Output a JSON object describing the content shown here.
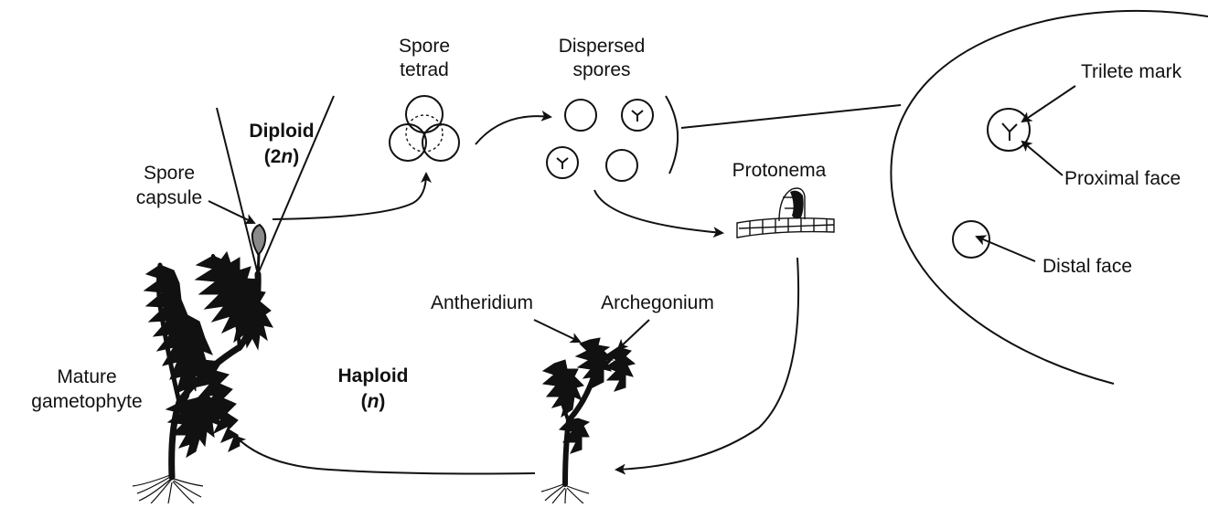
{
  "labels": {
    "spore_tetrad": [
      "Spore",
      "tetrad"
    ],
    "dispersed_spores": [
      "Dispersed",
      "spores"
    ],
    "diploid": [
      "Diploid",
      "(2",
      "n",
      ")"
    ],
    "spore_capsule": [
      "Spore",
      "capsule"
    ],
    "protonema": "Protonema",
    "antheridium": "Antheridium",
    "archegonium": "Archegonium",
    "mature_gametophyte": [
      "Mature",
      "gametophyte"
    ],
    "haploid": [
      "Haploid",
      "(",
      "n",
      ")"
    ],
    "trilete_mark": "Trilete mark",
    "proximal_face": "Proximal face",
    "distal_face": "Distal face"
  },
  "colors": {
    "ink": "#111111",
    "capsule_fill": "#8a8a8a",
    "background": "#ffffff"
  }
}
